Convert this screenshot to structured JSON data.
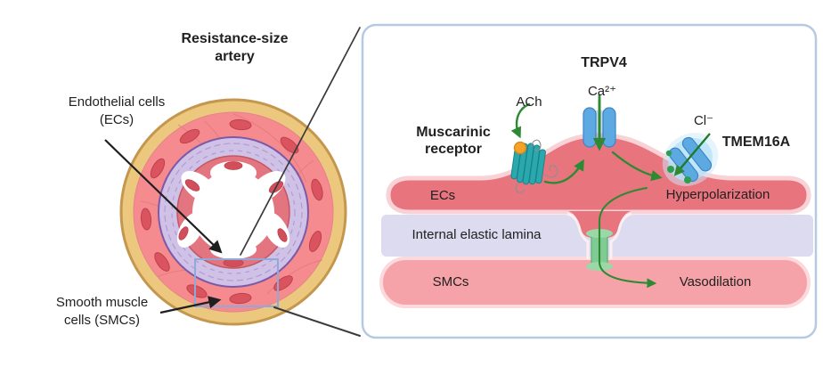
{
  "left": {
    "title_line1": "Resistance-size",
    "title_line2": "artery",
    "ec_label_line1": "Endothelial cells",
    "ec_label_line2": "(ECs)",
    "smc_label_line1": "Smooth muscle",
    "smc_label_line2": "cells (SMCs)"
  },
  "panel": {
    "trpv4": "TRPV4",
    "ca": "Ca²⁺",
    "ach": "ACh",
    "muscarinic_line1": "Muscarinic",
    "muscarinic_line2": "receptor",
    "cl": "Cl⁻",
    "tmem16a": "TMEM16A",
    "ecs": "ECs",
    "hyperpolarization": "Hyperpolarization",
    "iel": "Internal elastic lamina",
    "smcs": "SMCs",
    "vasodilation": "Vasodilation"
  },
  "icons": {
    "trpv4_channel": "ion-channel-icon",
    "muscarinic_receptor": "gpcr-receptor-icon",
    "tmem16a_channel": "chloride-channel-icon",
    "gap_junction": "gap-junction-icon",
    "ach_ligand": "ligand-dot-icon",
    "highlight_box": "zoom-region-box",
    "connectors": "zoom-connector-lines"
  },
  "colors": {
    "panel_border": "#b6c9e2",
    "highlight_box": "#8fa9d9",
    "adventitia_tan": "#ecc87f",
    "adventitia_edge": "#c4964e",
    "media_pink": "#f58b8e",
    "nucleus_red": "#d9545e",
    "iel_lavender": "#cfc2e6",
    "iel_edge": "#7d59a8",
    "ec_ring_red": "#e4717b",
    "ec_band_red": "#e8747e",
    "ec_band_outline": "#f8d2d6",
    "lamina_band": "#dcdbef",
    "smc_band_pink": "#f5a3a8",
    "smc_band_outline": "#fbd9dc",
    "channel_blue": "#5da9e2",
    "channel_blue_edge": "#3e85c6",
    "channel_glow": "#b5e2f8",
    "receptor_teal": "#2ba8ae",
    "ligand_orange": "#f6a229",
    "gap_junction_green": "#7fcb93",
    "arrow_green": "#2d8a33",
    "arrow_black": "#1f1f1f",
    "text": "#212121"
  }
}
